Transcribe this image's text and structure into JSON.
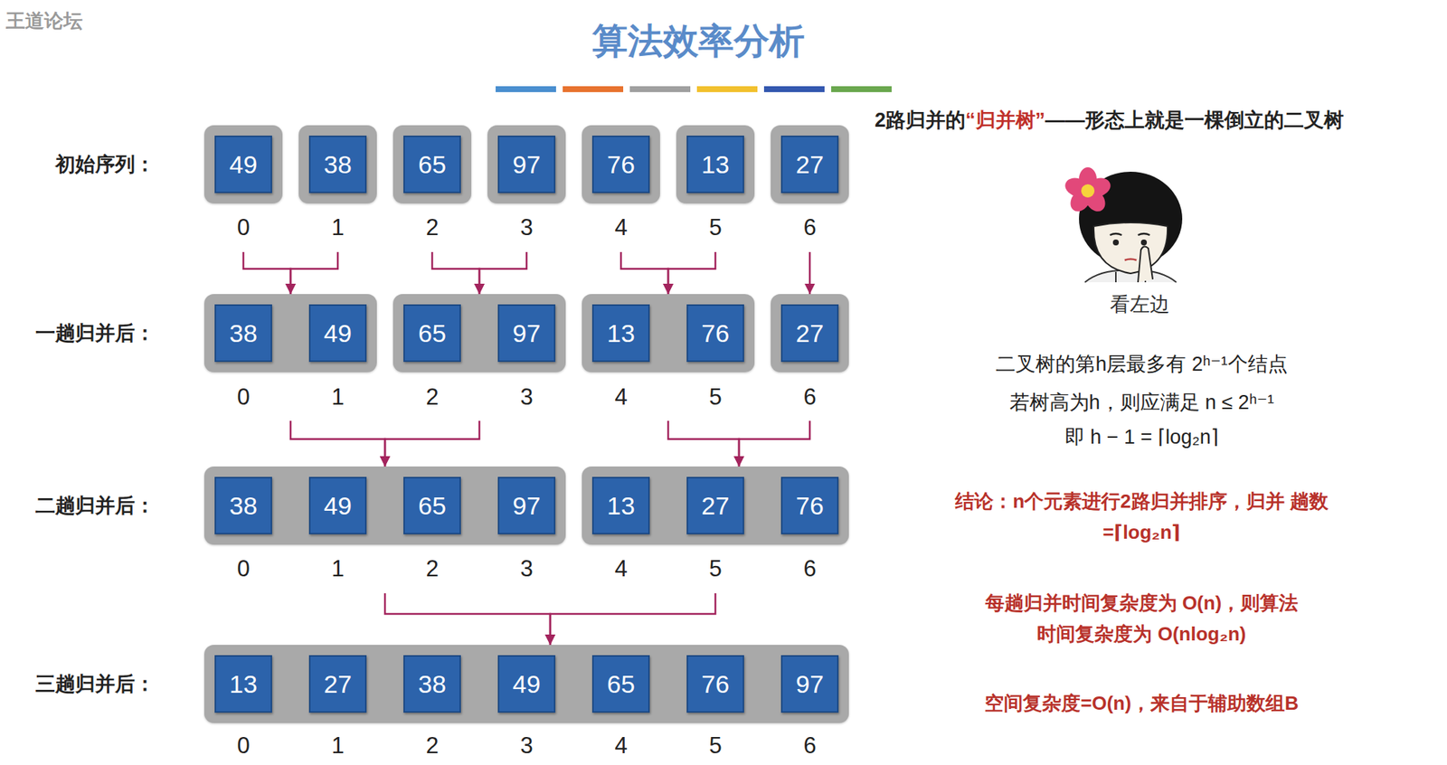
{
  "diagram": {
    "title": "算法效率分析",
    "nodes": [
      {
        "text": []
      },
      {
        "text": [
          "49"
        ],
        "in": 0
      },
      {
        "text": []
      },
      {
        "text": [
          "38"
        ],
        "in": 2
      },
      {
        "text": []
      },
      {
        "text": [
          "65"
        ],
        "in": 4
      },
      {
        "text": []
      },
      {
        "text": [
          "97"
        ],
        "in": 6
      },
      {
        "text": []
      },
      {
        "text": [
          "76"
        ],
        "in": 8
      },
      {
        "text": []
      },
      {
        "text": [
          "13"
        ],
        "in": 10
      },
      {
        "text": []
      },
      {
        "text": [
          "27"
        ],
        "in": 12
      },
      {
        "text": []
      },
      {
        "text": [
          "38"
        ],
        "in": 14
      },
      {
        "text": [
          "49"
        ],
        "in": 14
      },
      {
        "text": []
      },
      {
        "text": [
          "65"
        ],
        "in": 17
      },
      {
        "text": [
          "97"
        ],
        "in": 17
      },
      {
        "text": []
      },
      {
        "text": [
          "13"
        ],
        "in": 20
      },
      {
        "text": [
          "76"
        ],
        "in": 20
      },
      {
        "text": []
      },
      {
        "text": [
          "27"
        ],
        "in": 23
      },
      {
        "text": []
      },
      {
        "text": [
          "38"
        ],
        "in": 25
      },
      {
        "text": [
          "49"
        ],
        "in": 25
      },
      {
        "text": [
          "65"
        ],
        "in": 25
      },
      {
        "text": [
          "97"
        ],
        "in": 25
      },
      {
        "text": []
      },
      {
        "text": [
          "13"
        ],
        "in": 30
      },
      {
        "text": [
          "27"
        ],
        "in": 30
      },
      {
        "text": [
          "76"
        ],
        "in": 30
      },
      {
        "text": []
      },
      {
        "text": [
          "13"
        ],
        "in": 34
      },
      {
        "text": [
          "27"
        ],
        "in": 34
      },
      {
        "text": [
          "38"
        ],
        "in": 34
      },
      {
        "text": [
          "49"
        ],
        "in": 34
      },
      {
        "text": [
          "65"
        ],
        "in": 34
      },
      {
        "text": [
          "76"
        ],
        "in": 34
      },
      {
        "text": [
          "97"
        ],
        "in": 34
      }
    ],
    "edges": [
      {
        "from": 0,
        "to": 14,
        "arrow": "to"
      },
      {
        "from": 2,
        "to": 14,
        "arrow": "to"
      },
      {
        "from": 4,
        "to": 17,
        "arrow": "to"
      },
      {
        "from": 6,
        "to": 17,
        "arrow": "to"
      },
      {
        "from": 8,
        "to": 20,
        "arrow": "to"
      },
      {
        "from": 10,
        "to": 20,
        "arrow": "to"
      },
      {
        "from": 12,
        "to": 23,
        "arrow": "to"
      },
      {
        "from": 14,
        "to": 25,
        "arrow": "to"
      },
      {
        "from": 17,
        "to": 25,
        "arrow": "to"
      },
      {
        "from": 20,
        "to": 30,
        "arrow": "to"
      },
      {
        "from": 23,
        "to": 30,
        "arrow": "to"
      },
      {
        "from": 25,
        "to": 34,
        "arrow": "to"
      },
      {
        "from": 30,
        "to": 34,
        "arrow": "to"
      }
    ],
    "labels": [
      "王道论坛",
      "初始序列：",
      "一趟归并后：",
      "二趟归并后：",
      "三趟归并后：",
      "0",
      "1",
      "2",
      "3",
      "4",
      "5",
      "6",
      "0",
      "1",
      "2",
      "3",
      "4",
      "5",
      "6",
      "0",
      "1",
      "2",
      "3",
      "4",
      "5",
      "6",
      "0",
      "1",
      "2",
      "3",
      "4",
      "5",
      "6",
      "2路归并的",
      "“归并树”",
      "——形态上就是一棵倒立的二叉树",
      "看左边",
      "二叉树的第h层最多有 2ʰ⁻¹个结点",
      "若树高为h，则应满足 n ≤ 2ʰ⁻¹",
      "即 h − 1 = ⌈log₂n⌉",
      "结论：n个元素进行2路归并排序，归并 趟数=⌈log₂n⌉",
      "每趟归并时间复杂度为 O(n)，则算法 时间复杂度为 O(nlog₂n)",
      "空间复杂度=O(n)，来自于辅助数组B"
    ]
  }
}
